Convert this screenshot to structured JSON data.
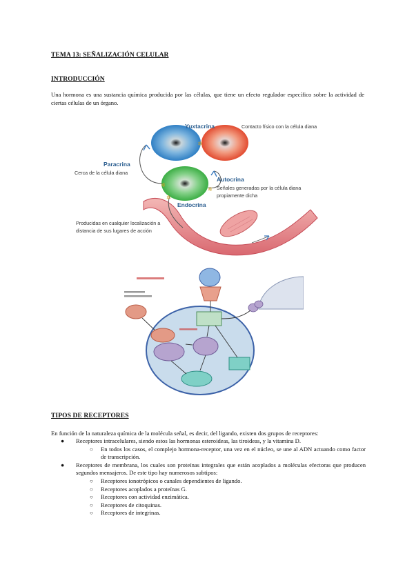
{
  "title": "TEMA 13: SEÑALIZACIÓN CELULAR",
  "intro": {
    "heading": "INTRODUCCIÓN",
    "text": "Una hormona es una sustancia química producida por las células, que tiene un efecto regulador específico sobre la actividad de ciertas células de un órgano."
  },
  "figure1": {
    "yuxtacrina": "Yuxtacrina",
    "yuxtacrina_desc": "Contacto físico con la célula diana",
    "paracrina": "Paracrina",
    "paracrina_desc": "Cerca de la célula diana",
    "autocrina": "Autocrina",
    "autocrina_desc_1": "Señales generadas por la célula diana",
    "autocrina_desc_2": "propiamente dicha",
    "endocrina": "Endocrina",
    "endocrina_desc_1": "Producidas en cualquier localización a",
    "endocrina_desc_2": "distancia de sus lugares de acción",
    "colors": {
      "blue": "#3f8fcf",
      "red": "#e8553c",
      "green": "#4dbb55",
      "vessel": "#d9606a",
      "label": "#2a5d8f"
    }
  },
  "receptors": {
    "heading": "TIPOS DE RECEPTORES",
    "intro": "En función de la naturaleza química de la molécula señal, es decir, del ligando, existen dos grupos de receptores:",
    "items": [
      {
        "text": "Receptores intracelulares, siendo estos las hormonas esteroideas, las tiroideas, y la vitamina D.",
        "sub": [
          "En todos los casos, el complejo hormona-receptor, una vez en el núcleo, se une al ADN actuando como factor de transcripción."
        ]
      },
      {
        "text": "Receptores de membrana, los cuales son proteínas integrales que están acoplados a moléculas efectoras que producen segundos mensajeros. De este tipo hay numerosos subtipos:",
        "sub": [
          "Receptores ionotrópicos o canales dependientes de ligando.",
          "Receptores acoplados a proteínas G.",
          "Receptores con actividad enzimática.",
          "Receptores de citoquinas.",
          "Receptores de integrinas."
        ]
      }
    ]
  }
}
